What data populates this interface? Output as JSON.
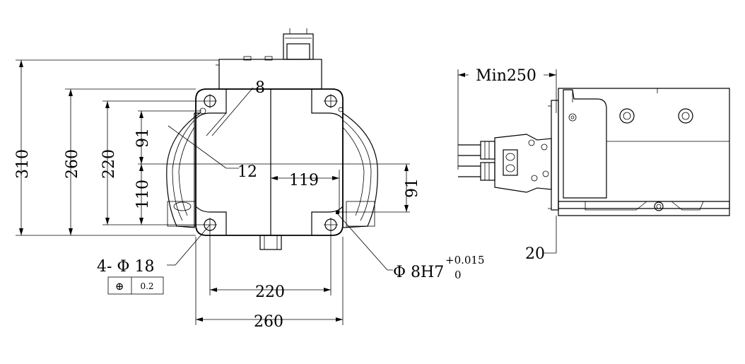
{
  "drawing": {
    "front_view": {
      "dim_310": "310",
      "dim_260_v": "260",
      "dim_220_v": "220",
      "dim_91_left": "91",
      "dim_110": "110",
      "dim_8": "8",
      "dim_12": "12",
      "dim_119": "119",
      "dim_91_right": "91",
      "dim_220_h": "220",
      "dim_260_h": "260",
      "hole_callout": "4- Φ 18",
      "position_tol_symbol": "⊕",
      "position_tol_value": "0.2",
      "pin_callout": "Φ 8H7",
      "pin_tol_upper": "+0.015",
      "pin_tol_lower": "0"
    },
    "side_view": {
      "dim_min250": "Min250",
      "dim_20": "20"
    }
  }
}
